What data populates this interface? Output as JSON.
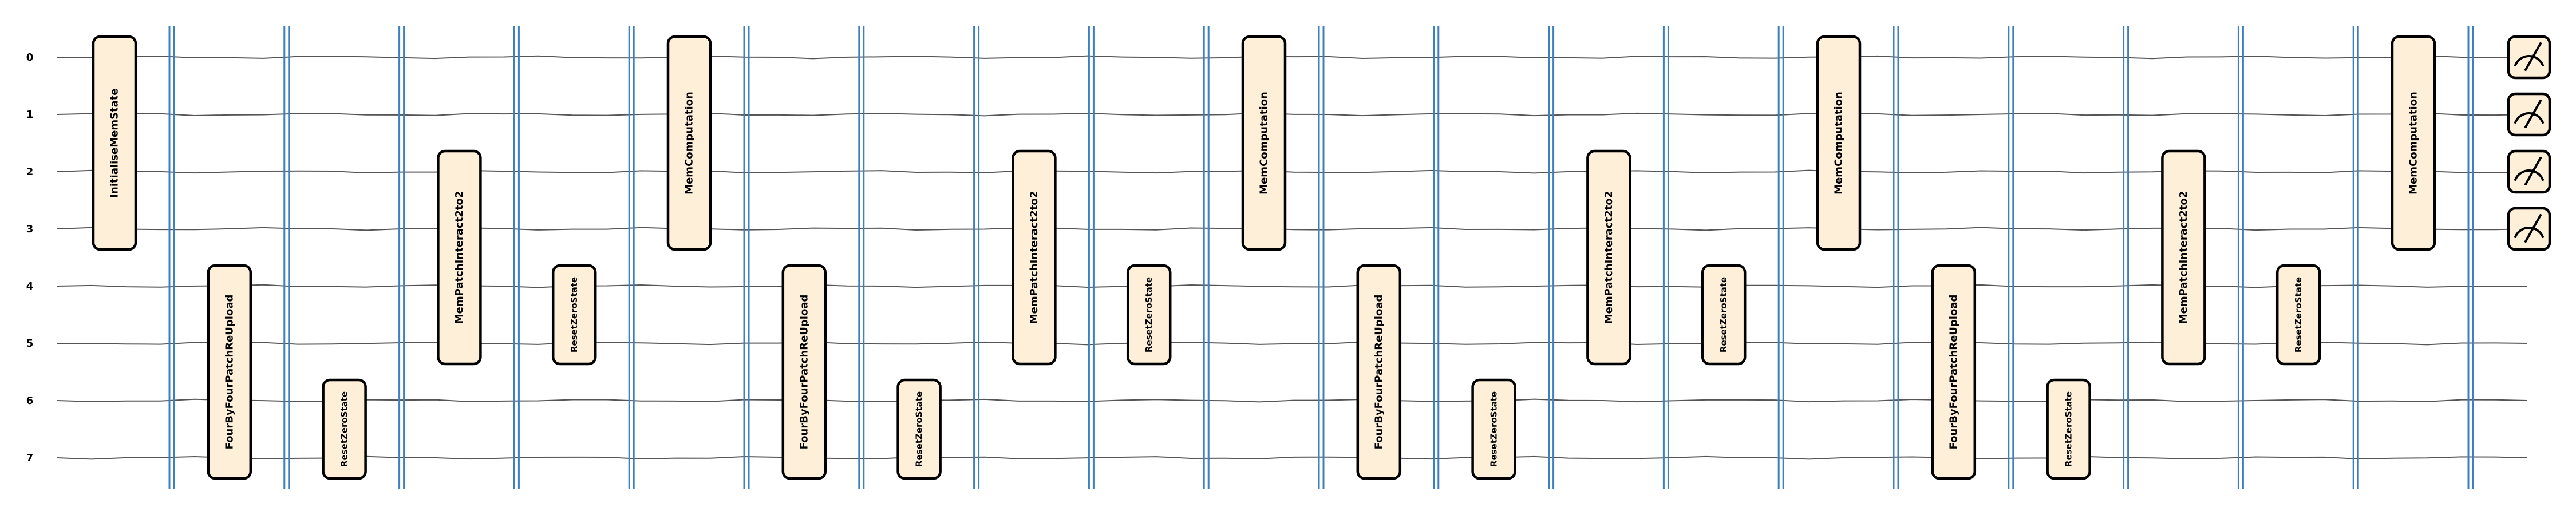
{
  "colors": {
    "gate_fill": "#fdefd8",
    "gate_stroke": "#000000",
    "wire": "#555555",
    "barrier": "#3d7fc0",
    "background": "#ffffff"
  },
  "qubit_labels": [
    "0",
    "1",
    "2",
    "3",
    "4",
    "5",
    "6",
    "7"
  ],
  "layers": [
    {
      "gate": "InitialiseMemState",
      "qubits": [
        0,
        3
      ]
    },
    {
      "gate": "FourByFourPatchReUpload",
      "qubits": [
        4,
        7
      ]
    },
    {
      "gate": "ResetZeroState",
      "qubits": [
        6,
        7
      ]
    },
    {
      "gate": "MemPatchInteract2to2",
      "qubits": [
        2,
        5
      ]
    },
    {
      "gate": "ResetZeroState",
      "qubits": [
        4,
        5
      ]
    },
    {
      "gate": "MemComputation",
      "qubits": [
        0,
        3
      ]
    },
    {
      "gate": "FourByFourPatchReUpload",
      "qubits": [
        4,
        7
      ]
    },
    {
      "gate": "ResetZeroState",
      "qubits": [
        6,
        7
      ]
    },
    {
      "gate": "MemPatchInteract2to2",
      "qubits": [
        2,
        5
      ]
    },
    {
      "gate": "ResetZeroState",
      "qubits": [
        4,
        5
      ]
    },
    {
      "gate": "MemComputation",
      "qubits": [
        0,
        3
      ]
    },
    {
      "gate": "FourByFourPatchReUpload",
      "qubits": [
        4,
        7
      ]
    },
    {
      "gate": "ResetZeroState",
      "qubits": [
        6,
        7
      ]
    },
    {
      "gate": "MemPatchInteract2to2",
      "qubits": [
        2,
        5
      ]
    },
    {
      "gate": "ResetZeroState",
      "qubits": [
        4,
        5
      ]
    },
    {
      "gate": "MemComputation",
      "qubits": [
        0,
        3
      ]
    },
    {
      "gate": "FourByFourPatchReUpload",
      "qubits": [
        4,
        7
      ]
    },
    {
      "gate": "ResetZeroState",
      "qubits": [
        6,
        7
      ]
    },
    {
      "gate": "MemPatchInteract2to2",
      "qubits": [
        2,
        5
      ]
    },
    {
      "gate": "ResetZeroState",
      "qubits": [
        4,
        5
      ]
    },
    {
      "gate": "MemComputation",
      "qubits": [
        0,
        3
      ]
    }
  ],
  "measurements": {
    "qubits": [
      0,
      1,
      2,
      3
    ],
    "icon": "measurement-meter-icon"
  }
}
